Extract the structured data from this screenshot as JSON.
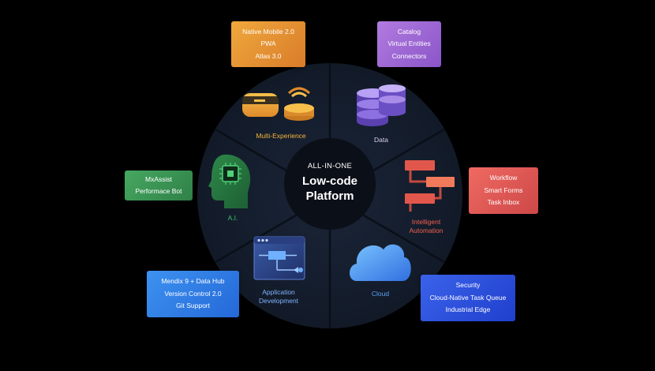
{
  "center": {
    "kicker": "ALL-IN-ONE",
    "title_line1": "Low-code",
    "title_line2": "Platform"
  },
  "segments": {
    "multi_experience": {
      "label": "Multi-Experience",
      "color": "#f5b53b"
    },
    "data": {
      "label": "Data",
      "color": "#d8cff0"
    },
    "intelligent_automation": {
      "label_line1": "Intelligent",
      "label_line2": "Automation",
      "color": "#f2604e"
    },
    "cloud": {
      "label": "Cloud",
      "color": "#5aa0f2"
    },
    "application_development": {
      "label_line1": "Application",
      "label_line2": "Development",
      "color": "#7fb3ff"
    },
    "ai": {
      "label": "A.I.",
      "color": "#3fbf6a"
    }
  },
  "cards": {
    "multi_experience": {
      "items": [
        "Native Mobile 2.0",
        "PWA",
        "Atlas 3.0"
      ],
      "color": "#e69a37"
    },
    "data": {
      "items": [
        "Catalog",
        "Virtual Entities",
        "Connectors"
      ],
      "color": "#a86fd8"
    },
    "ai": {
      "items": [
        "MxAssist",
        "Performace Bot"
      ],
      "color": "#3f9a55"
    },
    "intelligent_automation": {
      "items": [
        "Workflow",
        "Smart Forms",
        "Task Inbox"
      ],
      "color": "#e05a5a"
    },
    "application_development": {
      "items": [
        "Mendix 9 + Data Hub",
        "Version Control 2.0",
        "Git Support"
      ],
      "color": "#2f80e6"
    },
    "cloud": {
      "items": [
        "Security",
        "Cloud-Native Task Queue",
        "Industrial Edge"
      ],
      "color": "#2a55e0"
    }
  }
}
